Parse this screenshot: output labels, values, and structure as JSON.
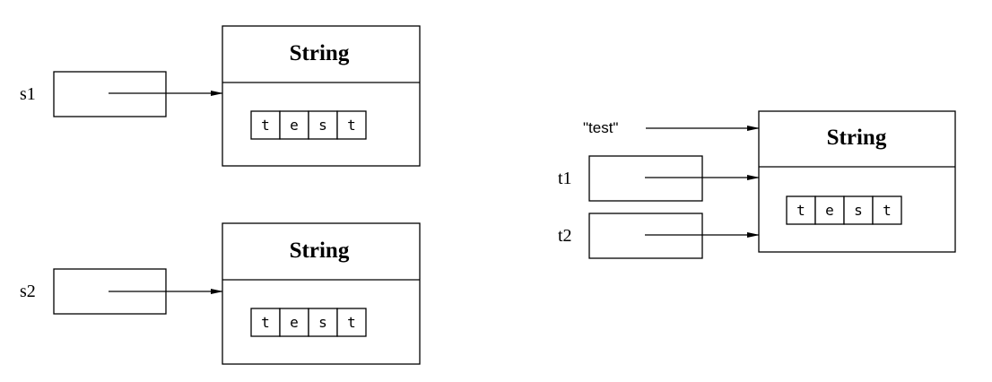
{
  "left_top": {
    "variable": "s1",
    "object_title": "String",
    "chars": [
      "t",
      "e",
      "s",
      "t"
    ]
  },
  "left_bottom": {
    "variable": "s2",
    "object_title": "String",
    "chars": [
      "t",
      "e",
      "s",
      "t"
    ]
  },
  "right": {
    "literal": "\"test\"",
    "variables": [
      "t1",
      "t2"
    ],
    "object_title": "String",
    "chars": [
      "t",
      "e",
      "s",
      "t"
    ]
  }
}
